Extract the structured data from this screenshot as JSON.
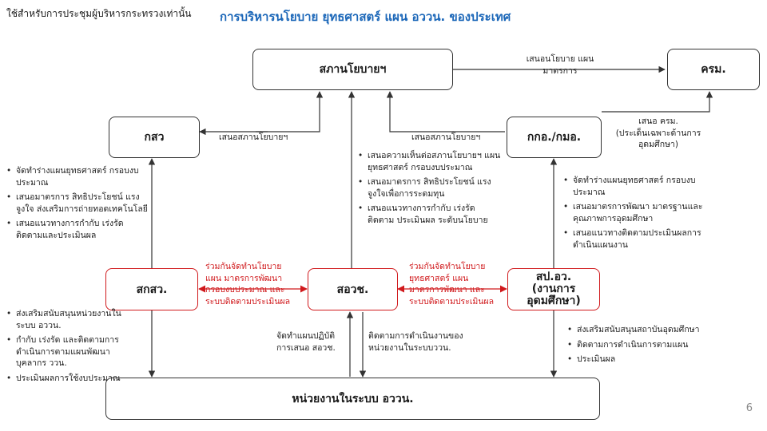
{
  "header": {
    "note": "ใช้สำหรับการประชุมผู้บริหารกระทรวงเท่านั้น",
    "title": "การบริหารนโยบาย ยุทธศาสตร์ แผน อววน. ของประเทศ"
  },
  "boxes": {
    "council": "สภานโยบายฯ",
    "cabinet": "ครม.",
    "kor_sor_wor": "กสว",
    "kkor": "กกอ./กมอ.",
    "sor_kor_sor_wor": "สกสว.",
    "sor_or_wor_chor": "สอวช.",
    "sor_por_or_wor": [
      "สป.อว.",
      "(งานการ",
      "อุดมศึกษา)"
    ],
    "units": "หน่วยงานในระบบ อววน."
  },
  "labels": {
    "propose_policy": [
      "เสนอนโยบาย แผน",
      "มาตรการ"
    ],
    "kso_propose": "เสนอสภานโยบายฯ",
    "kkor_propose": "เสนอสภานโยบายฯ",
    "propose_cabinet": [
      "เสนอ ครม.",
      "(ประเด็นเฉพาะด้านการ",
      "อุดมศึกษา)"
    ],
    "red_left": [
      "ร่วมกันจัดทำนโยบาย",
      "แผน มาตรการพัฒนา",
      "กรอบงบประมาณ และ",
      "ระบบติดตามประเมินผล"
    ],
    "red_right": [
      "ร่วมกันจัดทำนโยบาย",
      "ยุทธศาสตร์ แผน",
      "มาตรการพัฒนา และ",
      "ระบบติดตามประเมินผล"
    ],
    "action_plan": [
      "จัดทำแผนปฏิบัติ",
      "การเสนอ สอวช."
    ],
    "monitor": [
      "ติดตามการดำเนินงานของ",
      "หน่วยงานในระบบววน."
    ]
  },
  "lists": {
    "ksw_duties": [
      "จัดทำร่างแผนยุทธศาสตร์ กรอบงบประมาณ",
      "เสนอมาตรการ สิทธิประโยชน์ แรงจูงใจ ส่งเสริมการถ่ายทอดเทคโนโลยี",
      "เสนอแนวทางการกำกับ เร่งรัด ติดตามและประเมินผล"
    ],
    "sorworchor_duties": [
      "เสนอความเห็นต่อสภานโยบายฯ แผนยุทธศาสตร์ กรอบงบประมาณ",
      "เสนอมาตรการ สิทธิประโยชน์ แรงจูงใจเพื่อการระดมทุน",
      "เสนอแนวทางการกำกับ เร่งรัด ติดตาม ประเมินผล ระดับนโยบาย"
    ],
    "kkor_duties": [
      "จัดทำร่างแผนยุทธศาสตร์ กรอบงบประมาณ",
      "เสนอมาตรการพัฒนา มาตรฐานและคุณภาพการอุดมศึกษา",
      "เสนอแนวทางติดตามประเมินผลการดำเนินแผนงาน"
    ],
    "sksw_support": [
      "ส่งเสริมสนับสนุนหน่วยงานในระบบ อววน.",
      "กำกับ เร่งรัด และติดตามการดำเนินการตามแผนพัฒนาบุคลากร ววน.",
      "ประเมินผลการใช้งบประมาณ"
    ],
    "spow_support": [
      "ส่งเสริมสนับสนุนสถาบันอุดมศึกษา",
      "ติดตามการดำเนินการตามแผน",
      "ประเมินผล"
    ]
  },
  "page_number": "6",
  "colors": {
    "title": "#1a66b8",
    "collab": "#d0191c",
    "line": "#333333"
  }
}
